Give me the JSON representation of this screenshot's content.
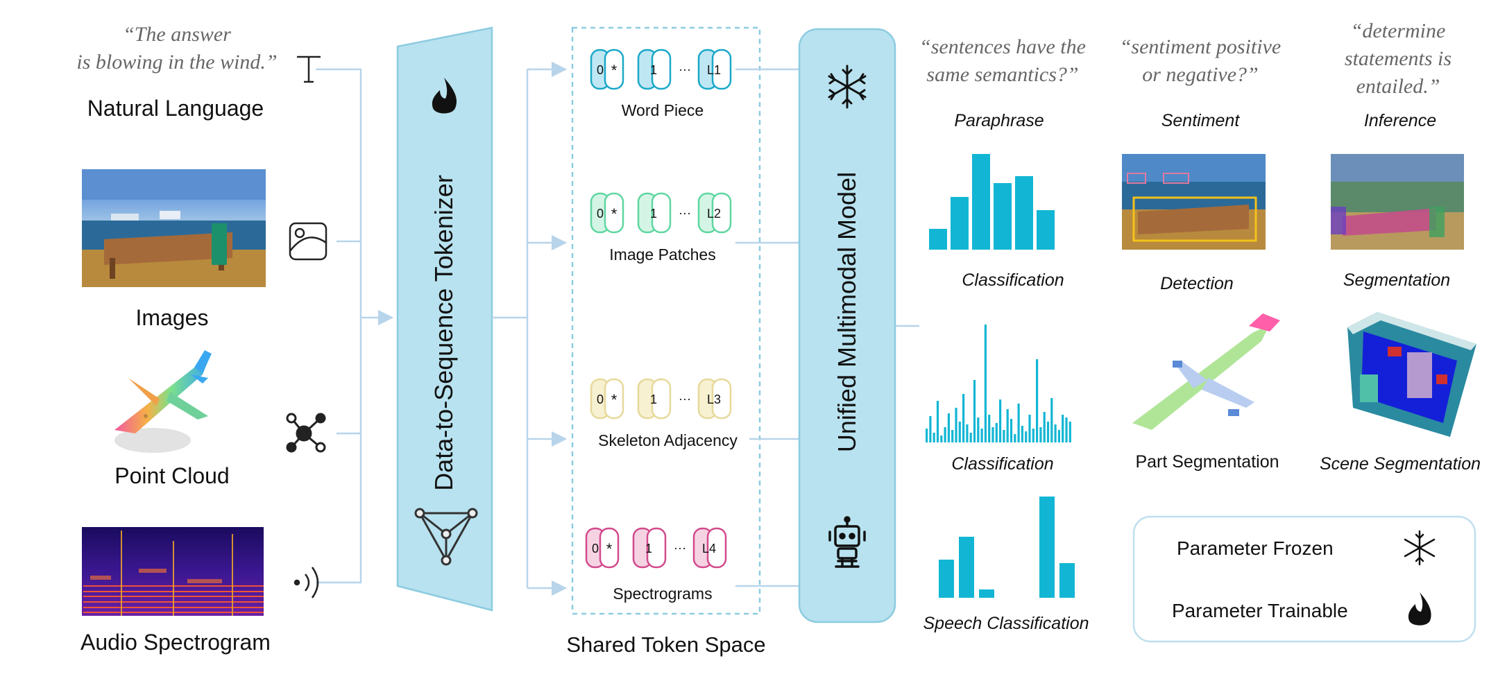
{
  "modalities": {
    "natural_language": "Natural Language",
    "images": "Images",
    "point_cloud": "Point Cloud",
    "audio_spectrogram": "Audio Spectrogram",
    "text_quote": [
      "“The answer",
      "is blowing in the wind.”"
    ]
  },
  "tokenizer": {
    "label": "Data-to-Sequence Tokenizer"
  },
  "token_space": {
    "title": "Shared Token Space",
    "groups": [
      {
        "label": "Word Piece",
        "tokens": [
          "0",
          "*",
          "1",
          "···",
          "L1"
        ],
        "color": "#1aa8c8",
        "fill": "#bfe7f3"
      },
      {
        "label": "Image Patches",
        "tokens": [
          "0",
          "*",
          "1",
          "···",
          "L2"
        ],
        "color": "#5fd6a0",
        "fill": "#d4f5e6"
      },
      {
        "label": "Skeleton Adjacency",
        "tokens": [
          "0",
          "*",
          "1",
          "···",
          "L3"
        ],
        "color": "#e6d99a",
        "fill": "#f7f1d2"
      },
      {
        "label": "Spectrograms",
        "tokens": [
          "0",
          "*",
          "1",
          "···",
          "L4"
        ],
        "color": "#d24a8c",
        "fill": "#f6d3e3"
      }
    ]
  },
  "model": {
    "label": "Unified Multimodal Model"
  },
  "tasks": {
    "paraphrase_quote": [
      "“sentences have the",
      "same semantics?”"
    ],
    "sentiment_quote": [
      "“sentiment positive",
      "or negative?”"
    ],
    "inference_quote": [
      "“determine",
      "statements is",
      "entailed.”"
    ],
    "paraphrase": "Paraphrase",
    "sentiment": "Sentiment",
    "inference": "Inference",
    "classification_1": "Classification",
    "detection": "Detection",
    "segmentation": "Segmentation",
    "classification_2": "Classification",
    "part_segmentation": "Part Segmentation",
    "scene_segmentation": "Scene Segmentation",
    "speech_classification": "Speech Classification"
  },
  "legend": {
    "frozen": "Parameter Frozen",
    "trainable": "Parameter Trainable"
  },
  "colors": {
    "accent": "#a9dbe9",
    "accent_stroke": "#8ccbe0",
    "bars": "#12b6d4",
    "connector": "#b7d4ea"
  }
}
